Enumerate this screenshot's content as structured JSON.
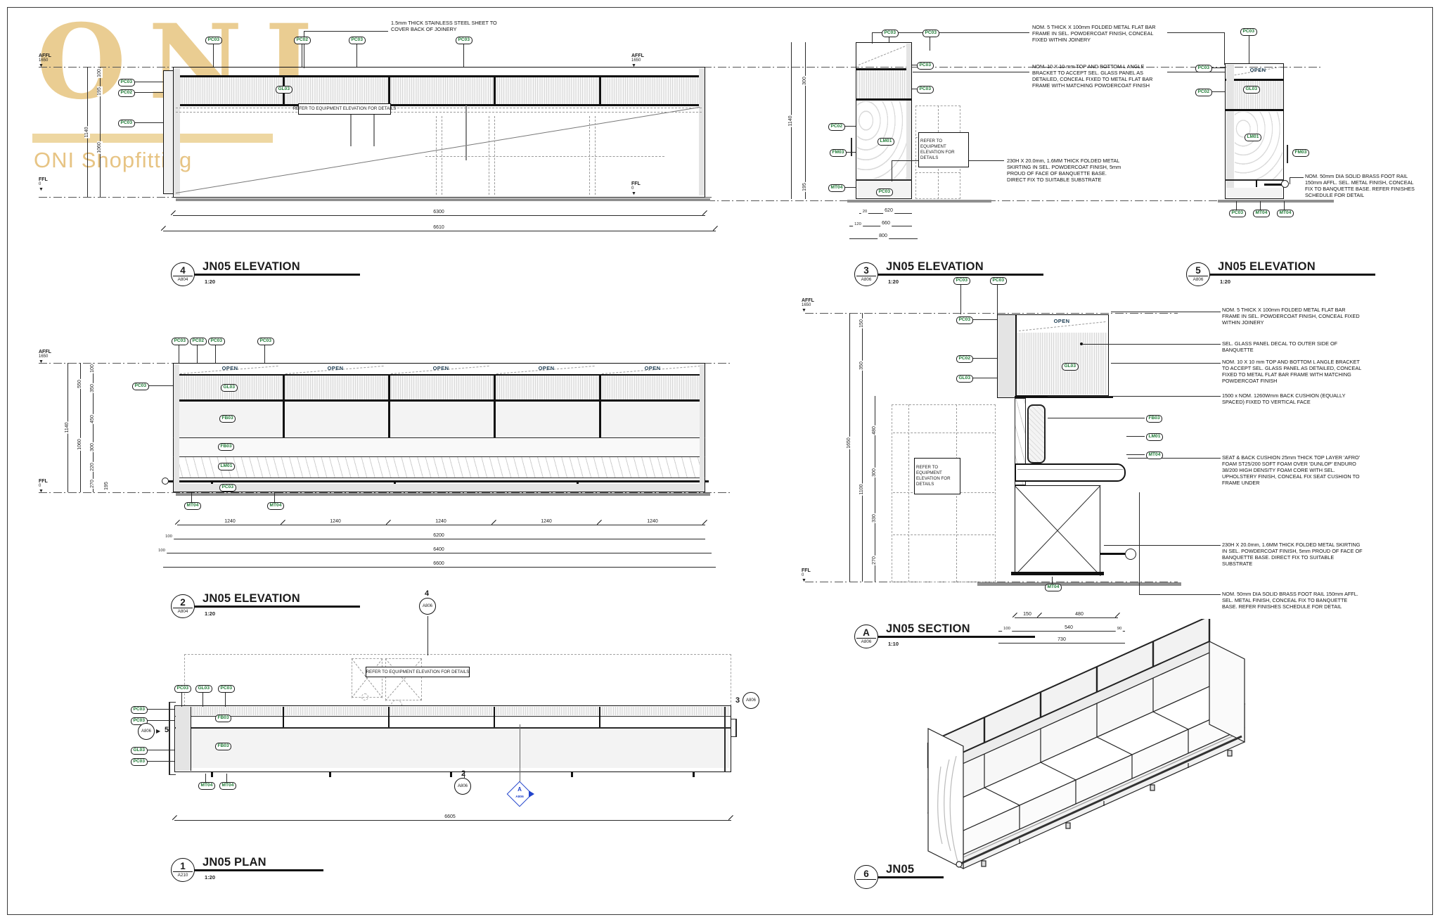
{
  "brand": {
    "logo": "ONI",
    "subtitle": "ONI Shopfitting"
  },
  "labels": {
    "open": "OPEN",
    "affl": "AFFL",
    "affl_value": "1650",
    "ffl": "FFL",
    "ffl_value": "0",
    "refer": "REFER TO EQUIPMENT ELEVATION FOR DETAILS"
  },
  "icons": {
    "triangle_down": "▼",
    "arrow_right": "▶"
  },
  "tags": {
    "pc03": "PC03",
    "pc02": "PC02",
    "gl03": "GL03",
    "fb03": "FB03",
    "fm03": "FM03",
    "lm01": "LM01",
    "mt04": "MT04"
  },
  "titles": {
    "e4": {
      "num": "4",
      "sheet": "A804",
      "title": "JN05 ELEVATION",
      "scale": "1:20"
    },
    "e3": {
      "num": "3",
      "sheet": "A806",
      "title": "JN05 ELEVATION",
      "scale": "1:20"
    },
    "e5": {
      "num": "5",
      "sheet": "A806",
      "title": "JN05 ELEVATION",
      "scale": "1:20"
    },
    "e2": {
      "num": "2",
      "sheet": "A804",
      "title": "JN05 ELEVATION",
      "scale": "1:20"
    },
    "sa": {
      "num": "A",
      "sheet": "A806",
      "title": "JN05 SECTION",
      "scale": "1:10"
    },
    "p1": {
      "num": "1",
      "sheet": "A210",
      "title": "JN05 PLAN",
      "scale": "1:20"
    },
    "i6": {
      "num": "6",
      "sheet": "",
      "title": "JN05",
      "scale": ""
    }
  },
  "markers": {
    "m4": {
      "num": "4",
      "sheet": "A806"
    },
    "m2": {
      "num": "2",
      "sheet": "A806"
    },
    "mA": {
      "num": "A",
      "sheet": "A806"
    },
    "m5": {
      "num": "5",
      "sheet": "A806"
    },
    "m3": {
      "num": "3",
      "sheet": "A806"
    }
  },
  "annotations": {
    "stainless": "1.5mm THICK STAINLESS STEEL SHEET TO COVER BACK OF JOINERY",
    "flat_bar": "NOM. 5 THICK X 100mm FOLDED METAL FLAT BAR FRAME IN SEL. POWDERCOAT FINISH, CONCEAL FIXED WITHIN JOINERY",
    "l_angle": "NOM. 10 X 10 mm TOP AND BOTTOM L ANGLE BRACKET TO ACCEPT SEL. GLASS PANEL AS DETAILED, CONCEAL FIXED TO METAL FLAT BAR FRAME WITH MATCHING POWDERCOAT FINISH",
    "glass_decal": "SEL. GLASS PANEL DECAL TO OUTER SIDE OF BANQUETTE",
    "back_cushion": "1500 x NOM. 1260Wmm BACK CUSHION (EQUALLY SPACED) FIXED TO VERTICAL FACE",
    "seat_cushion": "SEAT & BACK CUSHION 25mm THICK TOP LAYER 'AFRO' FOAM ST25/200 SOFT FOAM OVER 'DUNLOP' ENDURO 38/200 HIGH DENSITY FOAM CORE WITH SEL. UPHOLSTERY FINISH, CONCEAL FIX SEAT CUSHION TO FRAME UNDER",
    "skirting": "230H X 20.0mm, 1.6MM THICK FOLDED METAL SKIRTING IN SEL. POWDERCOAT FINISH, 5mm PROUD OF FACE OF BANQUETTE BASE. DIRECT FIX TO SUITABLE SUBSTRATE",
    "foot_rail": "NOM. 50mm DIA SOLID BRASS FOOT RAIL 150mm AFFL. SEL. METAL FINISH, CONCEAL FIX TO BANQUETTE BASE. REFER FINISHES SCHEDULE FOR DETAIL"
  },
  "dims": {
    "e4_bottom": [
      "6300",
      "6610"
    ],
    "e4_left": [
      "100",
      "195",
      "1060",
      "1140"
    ],
    "e2_bays": [
      "1240",
      "1240",
      "1240",
      "1240",
      "1240"
    ],
    "e2_totals": [
      "6200",
      "6400",
      "6600"
    ],
    "e2_end": "100",
    "e2_left": [
      "100",
      "350",
      "450",
      "300",
      "220",
      "270",
      "195"
    ],
    "e2_left_totals": [
      "550",
      "1060",
      "1140"
    ],
    "e3_bottom_r1": [
      "20",
      "620"
    ],
    "e3_bottom_r2": [
      "120",
      "660"
    ],
    "e3_bottom_r3": "800",
    "e3_left": [
      "300",
      "1140",
      "195"
    ],
    "sa_bottom_r1": [
      "150",
      "480"
    ],
    "sa_bottom_r2": [
      "100",
      "540",
      "90"
    ],
    "sa_bottom_r3": "730",
    "sa_left": [
      "150",
      "350",
      "480",
      "300",
      "330",
      "270"
    ],
    "sa_left_totals": [
      "1650",
      "1100"
    ],
    "plan_total": "6605"
  }
}
